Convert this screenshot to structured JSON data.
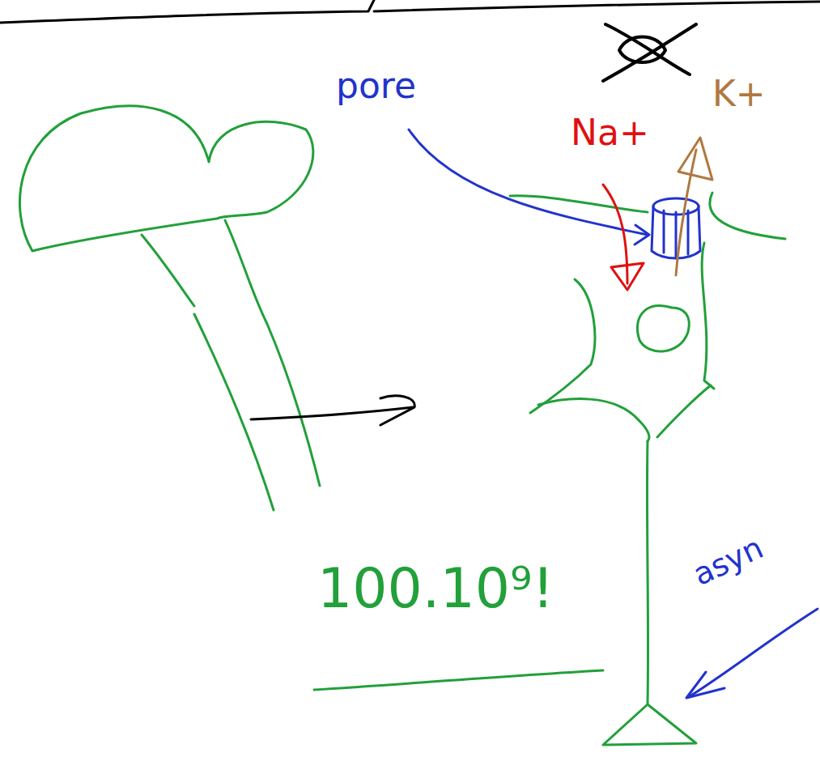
{
  "diagram": {
    "labels": [
      "pore",
      "Na+",
      "K+",
      "100.10⁹!",
      "asyn"
    ]
  }
}
